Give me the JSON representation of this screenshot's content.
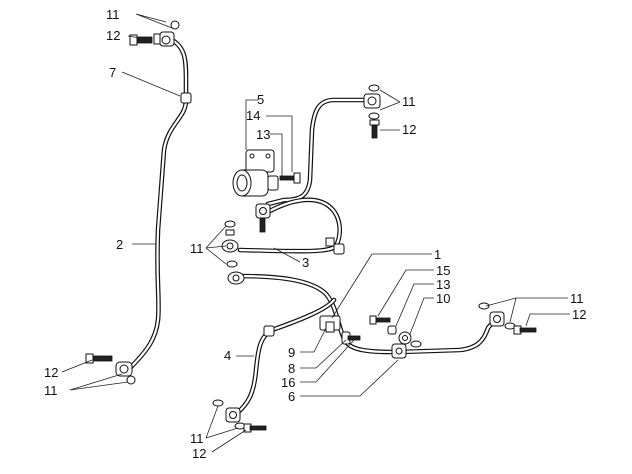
{
  "callouts": {
    "c1": "1",
    "c2": "2",
    "c3": "3",
    "c4": "4",
    "c5": "5",
    "c6": "6",
    "c7": "7",
    "c8": "8",
    "c9": "9",
    "c10": "10",
    "c11_top_left": "11",
    "c12_top_left": "12",
    "c11_upper_right": "11",
    "c12_upper_right": "12",
    "c11_middle": "11",
    "c11_right": "11",
    "c12_right": "12",
    "c11_bottom_left": "11",
    "c12_bottom_left": "12",
    "c11_bottom_center": "11",
    "c12_bottom_center": "12",
    "c13_upper": "13",
    "c13_lower": "13",
    "c14": "14",
    "c15": "15",
    "c16": "16"
  }
}
